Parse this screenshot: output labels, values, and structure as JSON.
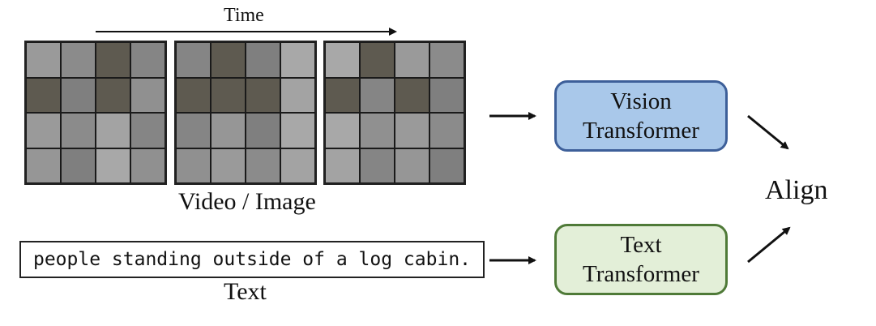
{
  "time_label": "Time",
  "video_label": "Video / Image",
  "text_label": "Text",
  "caption": "people standing outside of a log cabin.",
  "vision_block": {
    "line1": "Vision",
    "line2": "Transformer"
  },
  "text_block": {
    "line1": "Text",
    "line2": "Transformer"
  },
  "align_label": "Align",
  "colors": {
    "vision_fill": "#a9c8ea",
    "vision_border": "#3d5f99",
    "text_fill": "#e3efd8",
    "text_border": "#4f7a38"
  },
  "frames": [
    {
      "name": "frame-1",
      "highlighted": [
        [
          0,
          2
        ],
        [
          1,
          0
        ],
        [
          1,
          2
        ]
      ]
    },
    {
      "name": "frame-2",
      "highlighted": [
        [
          0,
          1
        ],
        [
          1,
          0
        ],
        [
          1,
          1
        ],
        [
          1,
          2
        ]
      ]
    },
    {
      "name": "frame-3",
      "highlighted": [
        [
          0,
          1
        ],
        [
          1,
          0
        ],
        [
          1,
          2
        ]
      ]
    }
  ]
}
